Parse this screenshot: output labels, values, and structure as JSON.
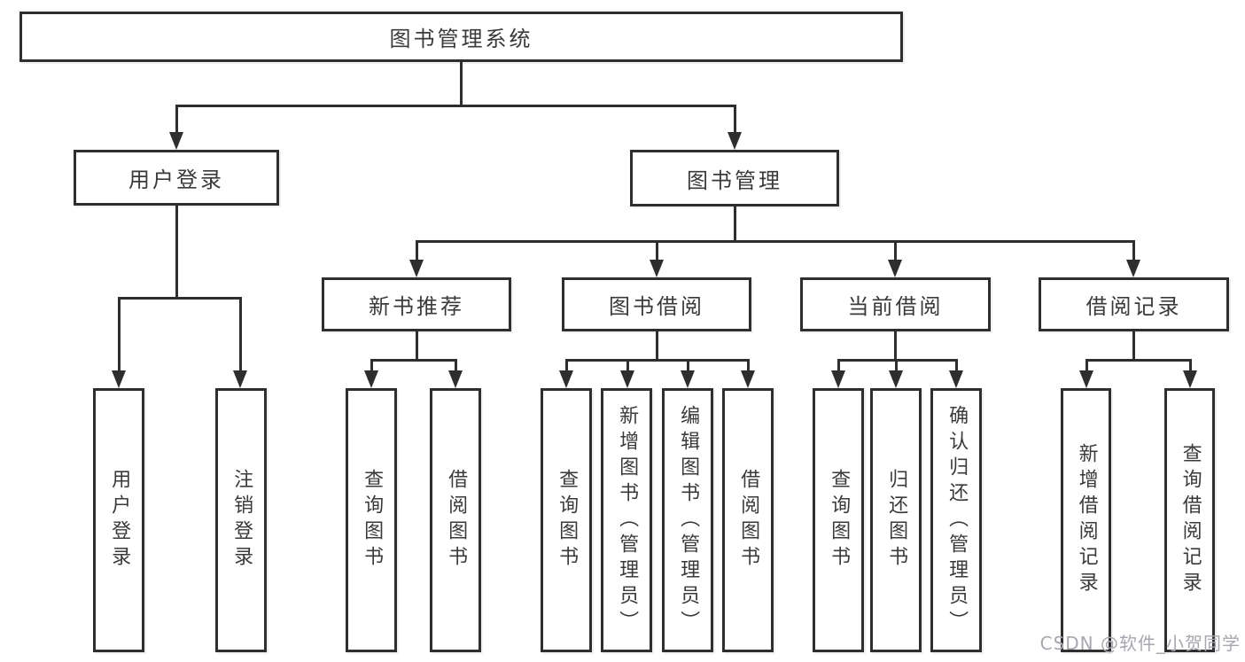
{
  "diagram": {
    "title": "图书管理系统",
    "root": {
      "label": "图书管理系统"
    },
    "level2": [
      {
        "label": "用户登录"
      },
      {
        "label": "图书管理"
      }
    ],
    "level3": [
      {
        "label": "新书推荐"
      },
      {
        "label": "图书借阅"
      },
      {
        "label": "当前借阅"
      },
      {
        "label": "借阅记录"
      }
    ],
    "leaves": [
      {
        "label": "用户登录"
      },
      {
        "label": "注销登录"
      },
      {
        "label": "查询图书"
      },
      {
        "label": "借阅图书"
      },
      {
        "label": "查询图书"
      },
      {
        "label": "新增图书（管理员）"
      },
      {
        "label": "编辑图书（管理员）"
      },
      {
        "label": "借阅图书"
      },
      {
        "label": "查询图书"
      },
      {
        "label": "归还图书"
      },
      {
        "label": "确认归还（管理员）"
      },
      {
        "label": "新增借阅记录"
      },
      {
        "label": "查询借阅记录"
      }
    ],
    "colors": {
      "line": "#2e2e2e",
      "text": "#3a3a3a",
      "box_background": "#ffffff"
    }
  },
  "watermark": {
    "text": "CSDN @软件_小贺同学",
    "color": "#a7a7af"
  }
}
